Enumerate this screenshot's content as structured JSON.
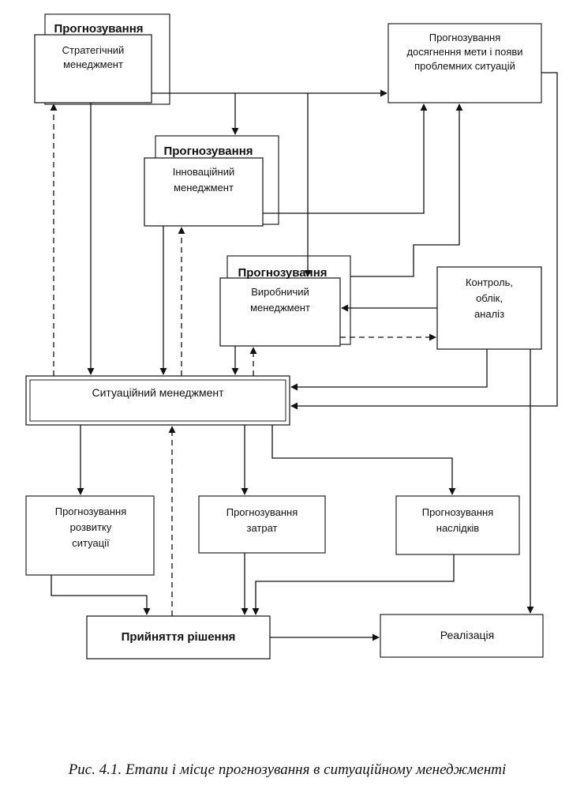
{
  "diagram": {
    "boxes": {
      "strategic": {
        "header": "Прогнозування",
        "lines": [
          "Стратегічний",
          "менеджмент"
        ]
      },
      "goal": {
        "lines": [
          "Прогнозування",
          "досягнення мети і появи",
          "проблемних ситуацій"
        ]
      },
      "innovation": {
        "header": "Прогнозування",
        "lines": [
          "Інноваційний",
          "менеджмент"
        ]
      },
      "production": {
        "header": "Прогнозування",
        "lines": [
          "Виробничий",
          "менеджмент"
        ]
      },
      "control": {
        "lines": [
          "Контроль,",
          "облік,",
          "аналіз"
        ]
      },
      "situational": {
        "lines": [
          "Ситуаційний менеджмент"
        ]
      },
      "forecast_situation": {
        "lines": [
          "Прогнозування",
          "розвитку",
          "ситуації"
        ]
      },
      "forecast_costs": {
        "lines": [
          "Прогнозування",
          "затрат"
        ]
      },
      "forecast_consequences": {
        "lines": [
          "Прогнозування",
          "наслідків"
        ]
      },
      "decision": {
        "lines": [
          "Прийняття рішення"
        ]
      },
      "implementation": {
        "lines": [
          "Реалізація"
        ]
      }
    }
  },
  "caption": "Рис. 4.1. Етапи і місце прогнозування в ситуаційному менеджменті"
}
